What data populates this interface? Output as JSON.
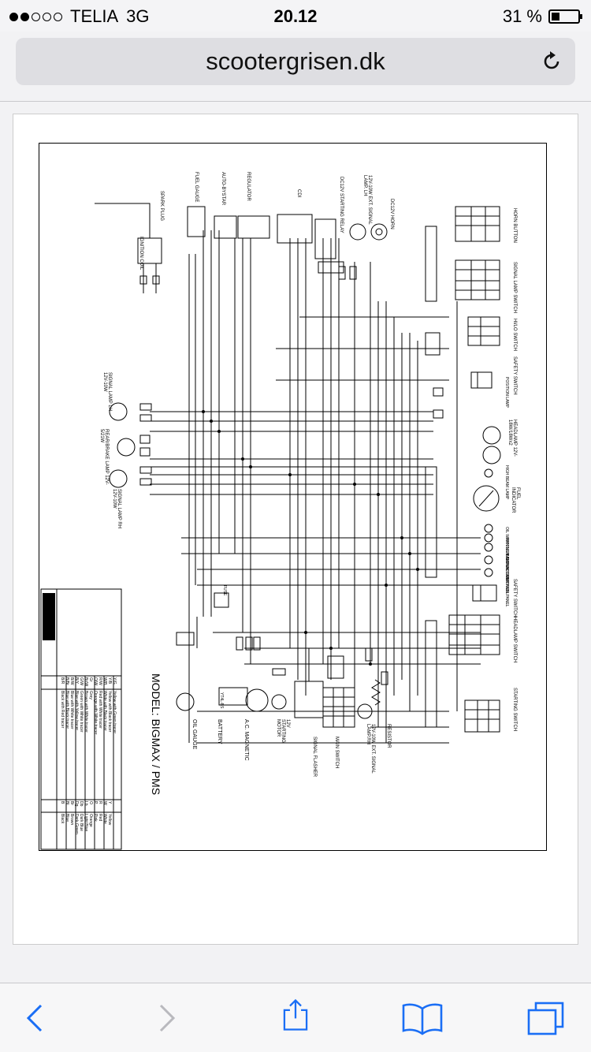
{
  "status_bar": {
    "carrier": "TELIA",
    "network": "3G",
    "time": "20.12",
    "battery": "31 %",
    "battery_level": 0.31
  },
  "browser": {
    "url": "scootergrisen.dk"
  },
  "diagram": {
    "model_title": "MODEL:  BIGMAX / PMS",
    "left_components": [
      "SPARK PLUG",
      "IGNITION COIL",
      "FUEL GAUGE",
      "AUTO-BYSTAR",
      "REGULATOR",
      "CDI",
      "DC12V STARTING RELAY",
      "12V-10W EXT. SIGNAL LAMP. LH",
      "DC12V HORN"
    ],
    "left_lamps": [
      "SIGNAL LAMP LH 12V-10W",
      "REAR/BRAKE LAMP 12V-5/21W",
      "SIGNAL LAMP RH 12V-10W"
    ],
    "right_switches": [
      "HORN BUTTON",
      "SIGNAL LAMP SWITCH",
      "HI/LO SWITCH",
      "SAFETY SWITCH",
      "HEADLAMP 12V-18W/18Wx2",
      "FUEL INDICATOR",
      "SAFETY SWITCH",
      "HEADLAMP SWITCH",
      "STARTING SWITCH"
    ],
    "right_lamps": [
      "POSITION LAMP",
      "HIGH BEAM LAMP",
      "OIL WARNING LAMP",
      "RH TURN SIGNAL LAMP",
      "INSTRUCTION PANEL",
      "INSTRUCTION PANEL"
    ],
    "bottom_components": [
      "OIL GAUGE",
      "BATTERY",
      "A.C. MAGNETIC",
      "12V STARTING MOTOR",
      "SIGNAL FLASHER",
      "MAIN SWITCH",
      "12V-10W EXT. SIGNAL LAMP.RH",
      "RESISTOR"
    ],
    "battery_label": "YT4L-BS",
    "fuse_label": "FUSE",
    "legend_left": [
      [
        "B/R",
        "Black with Red tracer"
      ],
      [
        "B/Br",
        "Blue with Black tracer"
      ],
      [
        "B/W",
        "Blue with White tracer"
      ],
      [
        "B/Y",
        "Blue with Yellow tracer"
      ],
      [
        "G/W",
        "Green with White tracer"
      ],
      [
        "Br/W",
        "Brown with White tracer"
      ],
      [
        "Gr",
        "Grey"
      ],
      [
        "O/W",
        "Orange with White tracer"
      ],
      [
        "R/W",
        "Red with White tracer"
      ],
      [
        "W/B",
        "White with Black tracer"
      ],
      [
        "Y/B",
        "Yellow with Black tracer"
      ],
      [
        "Y/G",
        "Yellow with Green tracer"
      ]
    ],
    "legend_right": [
      [
        "B",
        "Black"
      ],
      [
        "Bl",
        "Blue"
      ],
      [
        "Br",
        "Brown"
      ],
      [
        "Dg",
        "Dark Green"
      ],
      [
        "Db",
        "Dark Blue"
      ],
      [
        "Lb",
        "Light Blue"
      ],
      [
        "O",
        "Orange"
      ],
      [
        "P",
        "Pink"
      ],
      [
        "R",
        "Red"
      ],
      [
        "W",
        "White"
      ],
      [
        "Y",
        "Yellow"
      ]
    ]
  }
}
